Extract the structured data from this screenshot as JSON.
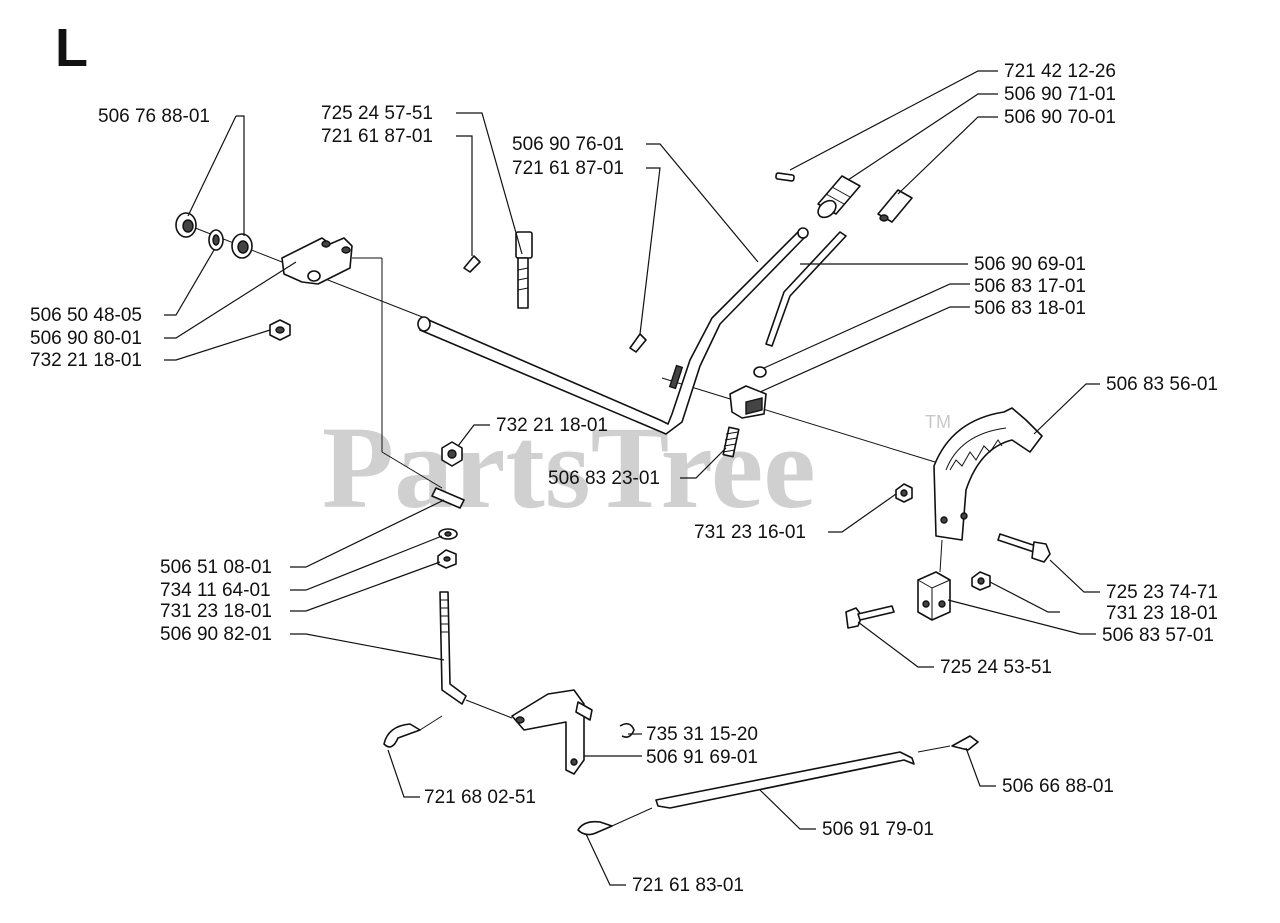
{
  "diagram": {
    "section_letter": "L",
    "watermark": "PartsTree",
    "trademark": "TM",
    "part_numbers": {
      "p_506_76_88_01": "506 76 88-01",
      "p_725_24_57_51": "725 24 57-51",
      "p_721_61_87_01_a": "721 61 87-01",
      "p_506_90_76_01": "506 90 76-01",
      "p_721_61_87_01_b": "721 61 87-01",
      "p_721_42_12_26": "721 42 12-26",
      "p_506_90_71_01": "506 90 71-01",
      "p_506_90_70_01": "506 90 70-01",
      "p_506_90_69_01": "506 90 69-01",
      "p_506_83_17_01": "506 83 17-01",
      "p_506_83_18_01": "506 83 18-01",
      "p_506_50_48_05": "506 50 48-05",
      "p_506_90_80_01": "506 90 80-01",
      "p_732_21_18_01_a": "732 21 18-01",
      "p_732_21_18_01_b": "732 21 18-01",
      "p_506_83_23_01": "506 83 23-01",
      "p_506_83_56_01": "506 83 56-01",
      "p_731_23_16_01": "731 23 16-01",
      "p_725_23_74_71": "725 23 74-71",
      "p_731_23_18_01_a": "731 23 18-01",
      "p_506_83_57_01": "506 83 57-01",
      "p_725_24_53_51": "725 24 53-51",
      "p_506_51_08_01": "506 51 08-01",
      "p_734_11_64_01": "734 11 64-01",
      "p_731_23_18_01_b": "731 23 18-01",
      "p_506_90_82_01": "506 90 82-01",
      "p_735_31_15_20": "735 31 15-20",
      "p_506_91_69_01": "506 91 69-01",
      "p_721_68_02_51": "721 68 02-51",
      "p_506_66_88_01": "506 66 88-01",
      "p_506_91_79_01": "506 91 79-01",
      "p_721_61_83_01": "721 61 83-01"
    }
  }
}
